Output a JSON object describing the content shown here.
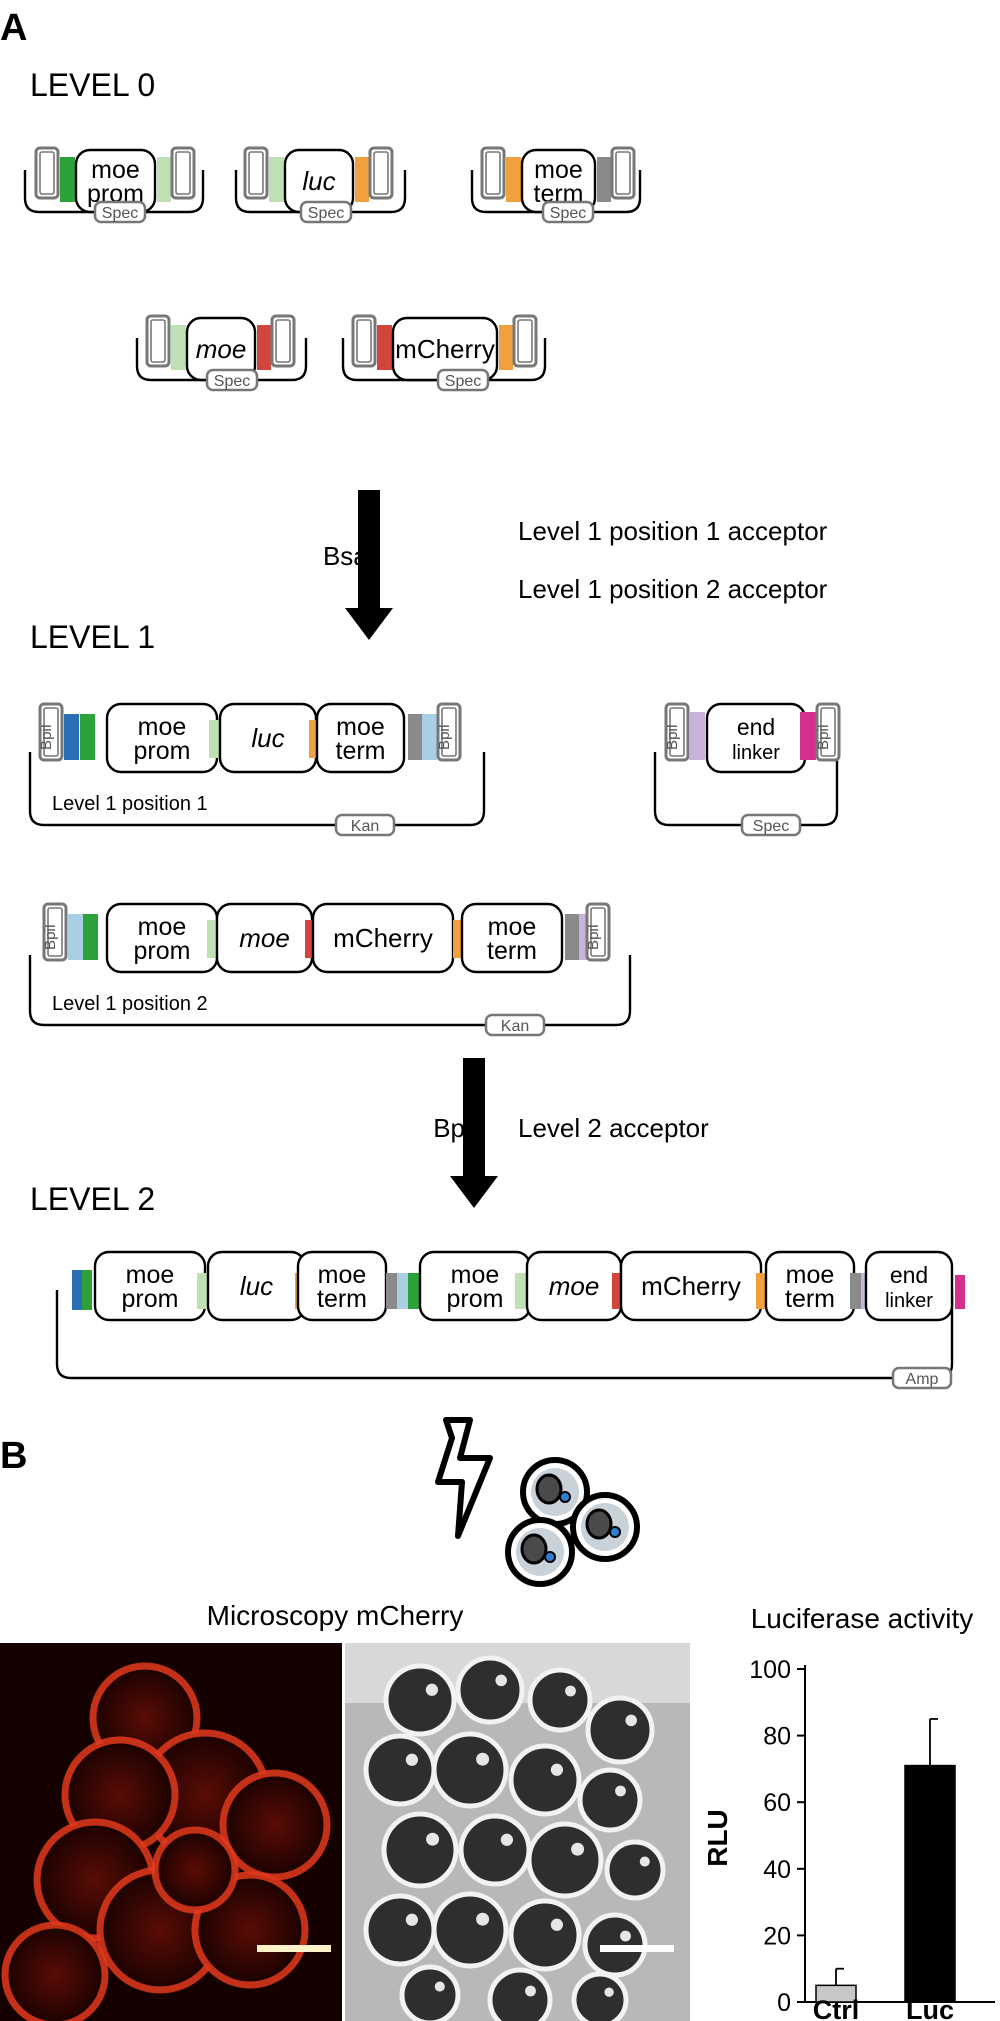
{
  "panel_labels": {
    "a": "A",
    "b": "B"
  },
  "level_titles": {
    "l0": "LEVEL 0",
    "l1": "LEVEL 1",
    "l2": "LEVEL 2"
  },
  "sites": {
    "bsai": "BsaI",
    "bpii": "BpiI"
  },
  "markers": {
    "spec": "Spec",
    "kan": "Kan",
    "amp": "Amp"
  },
  "parts": {
    "moe_prom": [
      "moe",
      "prom"
    ],
    "luc": "luc",
    "moe_term": [
      "moe",
      "term"
    ],
    "moe": "moe",
    "mcherry": "mCherry",
    "end_linker": [
      "end",
      "linker"
    ]
  },
  "plasmid_labels": {
    "pos1": "Level 1 position 1",
    "pos2": "Level 1 position 2"
  },
  "arrows": {
    "step1_enzyme": "BsaI",
    "step1_acceptor1": "Level 1 position 1 acceptor",
    "step1_acceptor2": "Level 1 position 2 acceptor",
    "step2_enzyme": "BpiI",
    "step2_acceptor": "Level 2 acceptor"
  },
  "microscopy": {
    "title": "Microscopy mCherry"
  },
  "colors": {
    "dark_green": "#2ea23a",
    "light_green": "#bfe0b3",
    "orange": "#f0a03c",
    "red": "#d2453c",
    "gray": "#8a8a8a",
    "blue": "#2a6fb4",
    "light_blue": "#a9cfe4",
    "lavender": "#c7b2dc",
    "magenta": "#d6308e",
    "site_border": "#777777"
  },
  "chart_data": {
    "type": "bar",
    "title": "Luciferase activity",
    "ylabel": "RLU",
    "xlabel": "",
    "categories": [
      "Ctrl",
      "Luc"
    ],
    "values": [
      5,
      71
    ],
    "errors": [
      5,
      14
    ],
    "bar_colors": [
      "#c8c8c8",
      "#000000"
    ],
    "ylim": [
      0,
      100
    ],
    "yticks": [
      0,
      20,
      40,
      60,
      80,
      100
    ],
    "grid": false
  }
}
